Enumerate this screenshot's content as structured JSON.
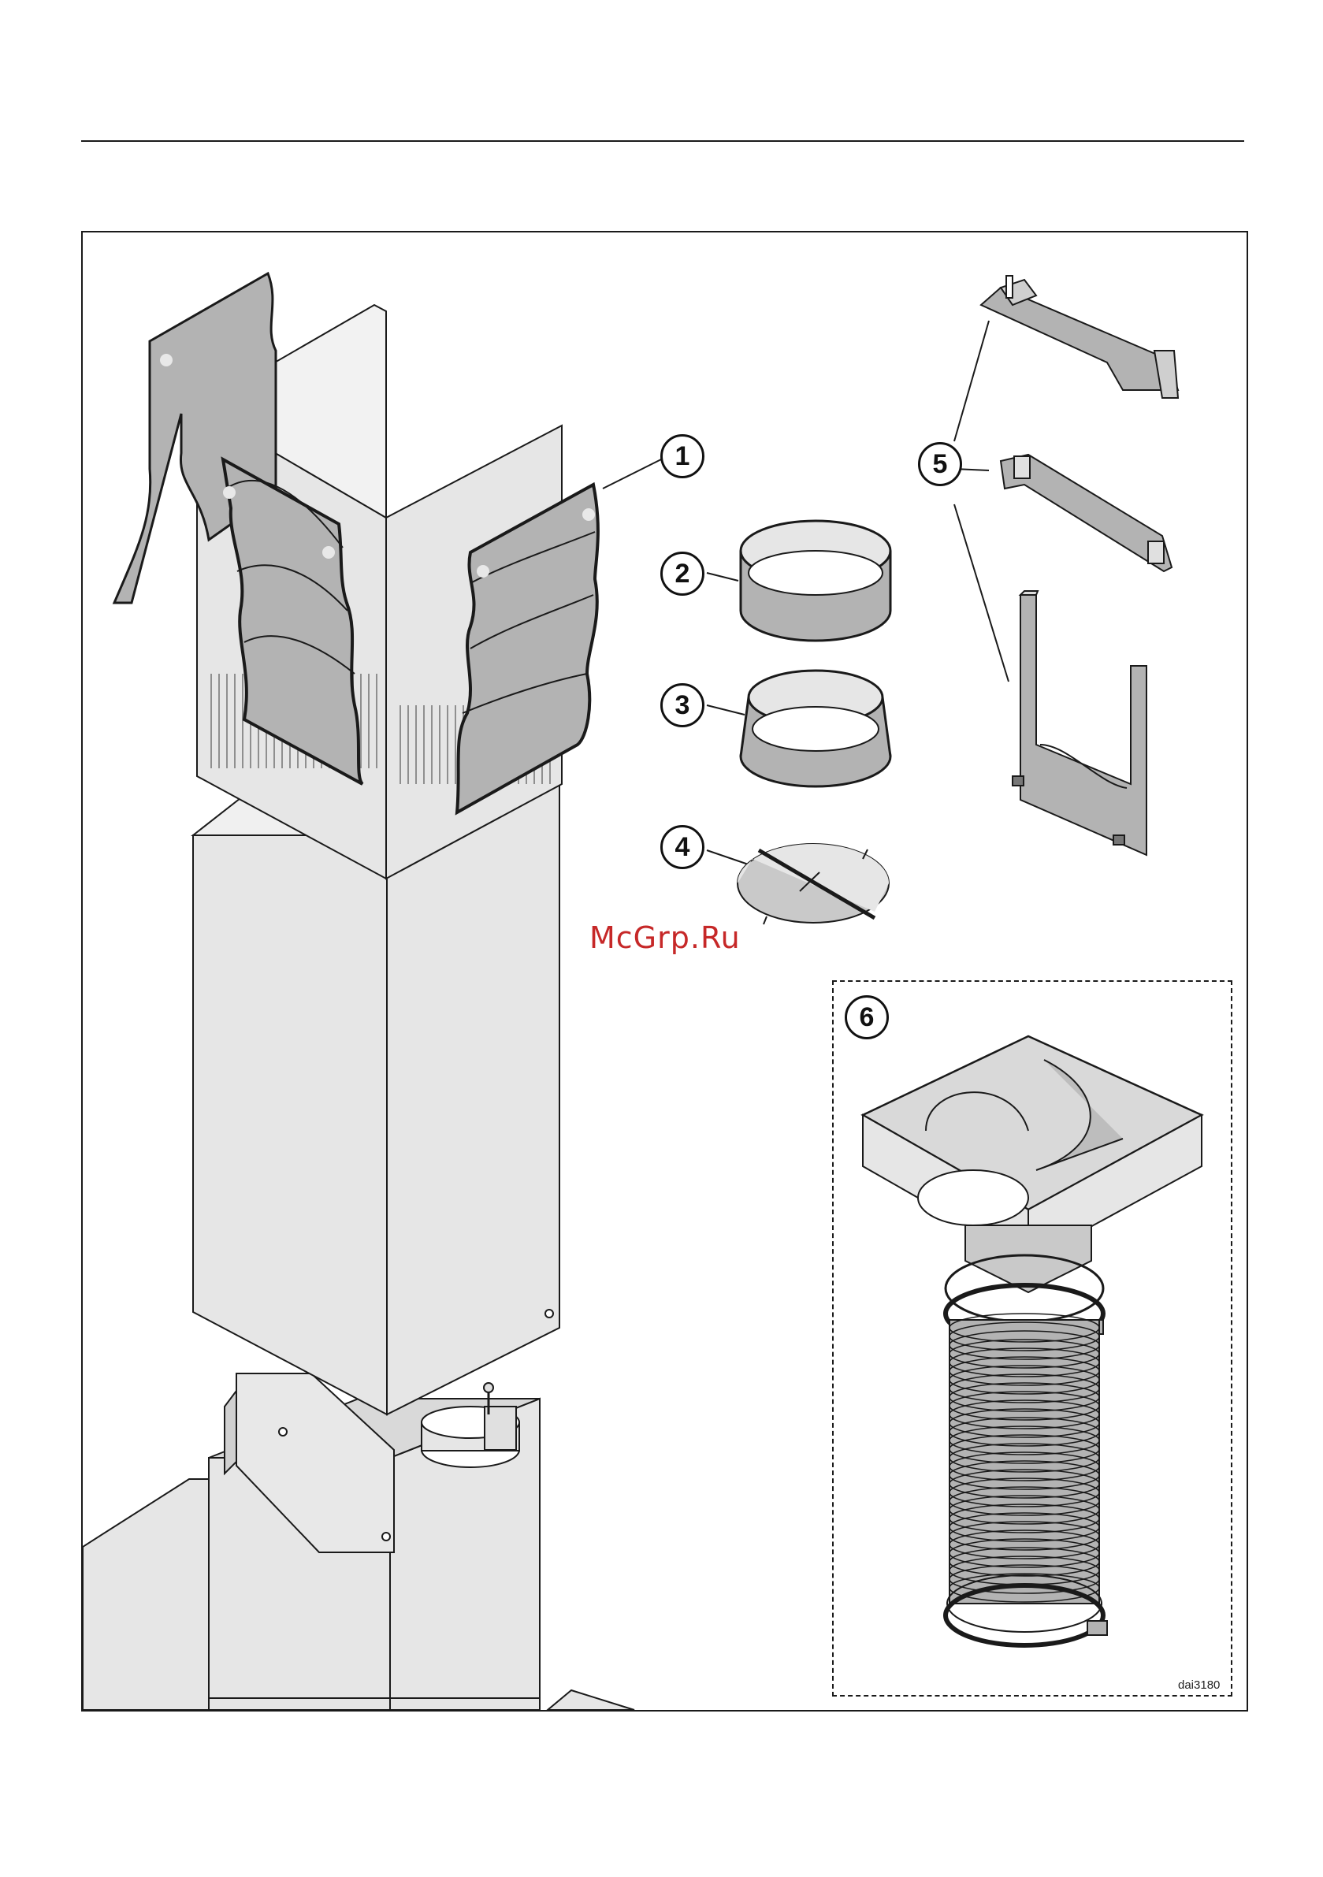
{
  "callouts": {
    "c1": "1",
    "c2": "2",
    "c3": "3",
    "c4": "4",
    "c5": "5",
    "c6": "6"
  },
  "watermark": "McGrp.Ru",
  "reference_code": "dai3180",
  "colors": {
    "line": "#1a1a1a",
    "panel_fill": "#e6e6e6",
    "part_fill": "#b3b3b3",
    "watermark": "#c62828"
  }
}
